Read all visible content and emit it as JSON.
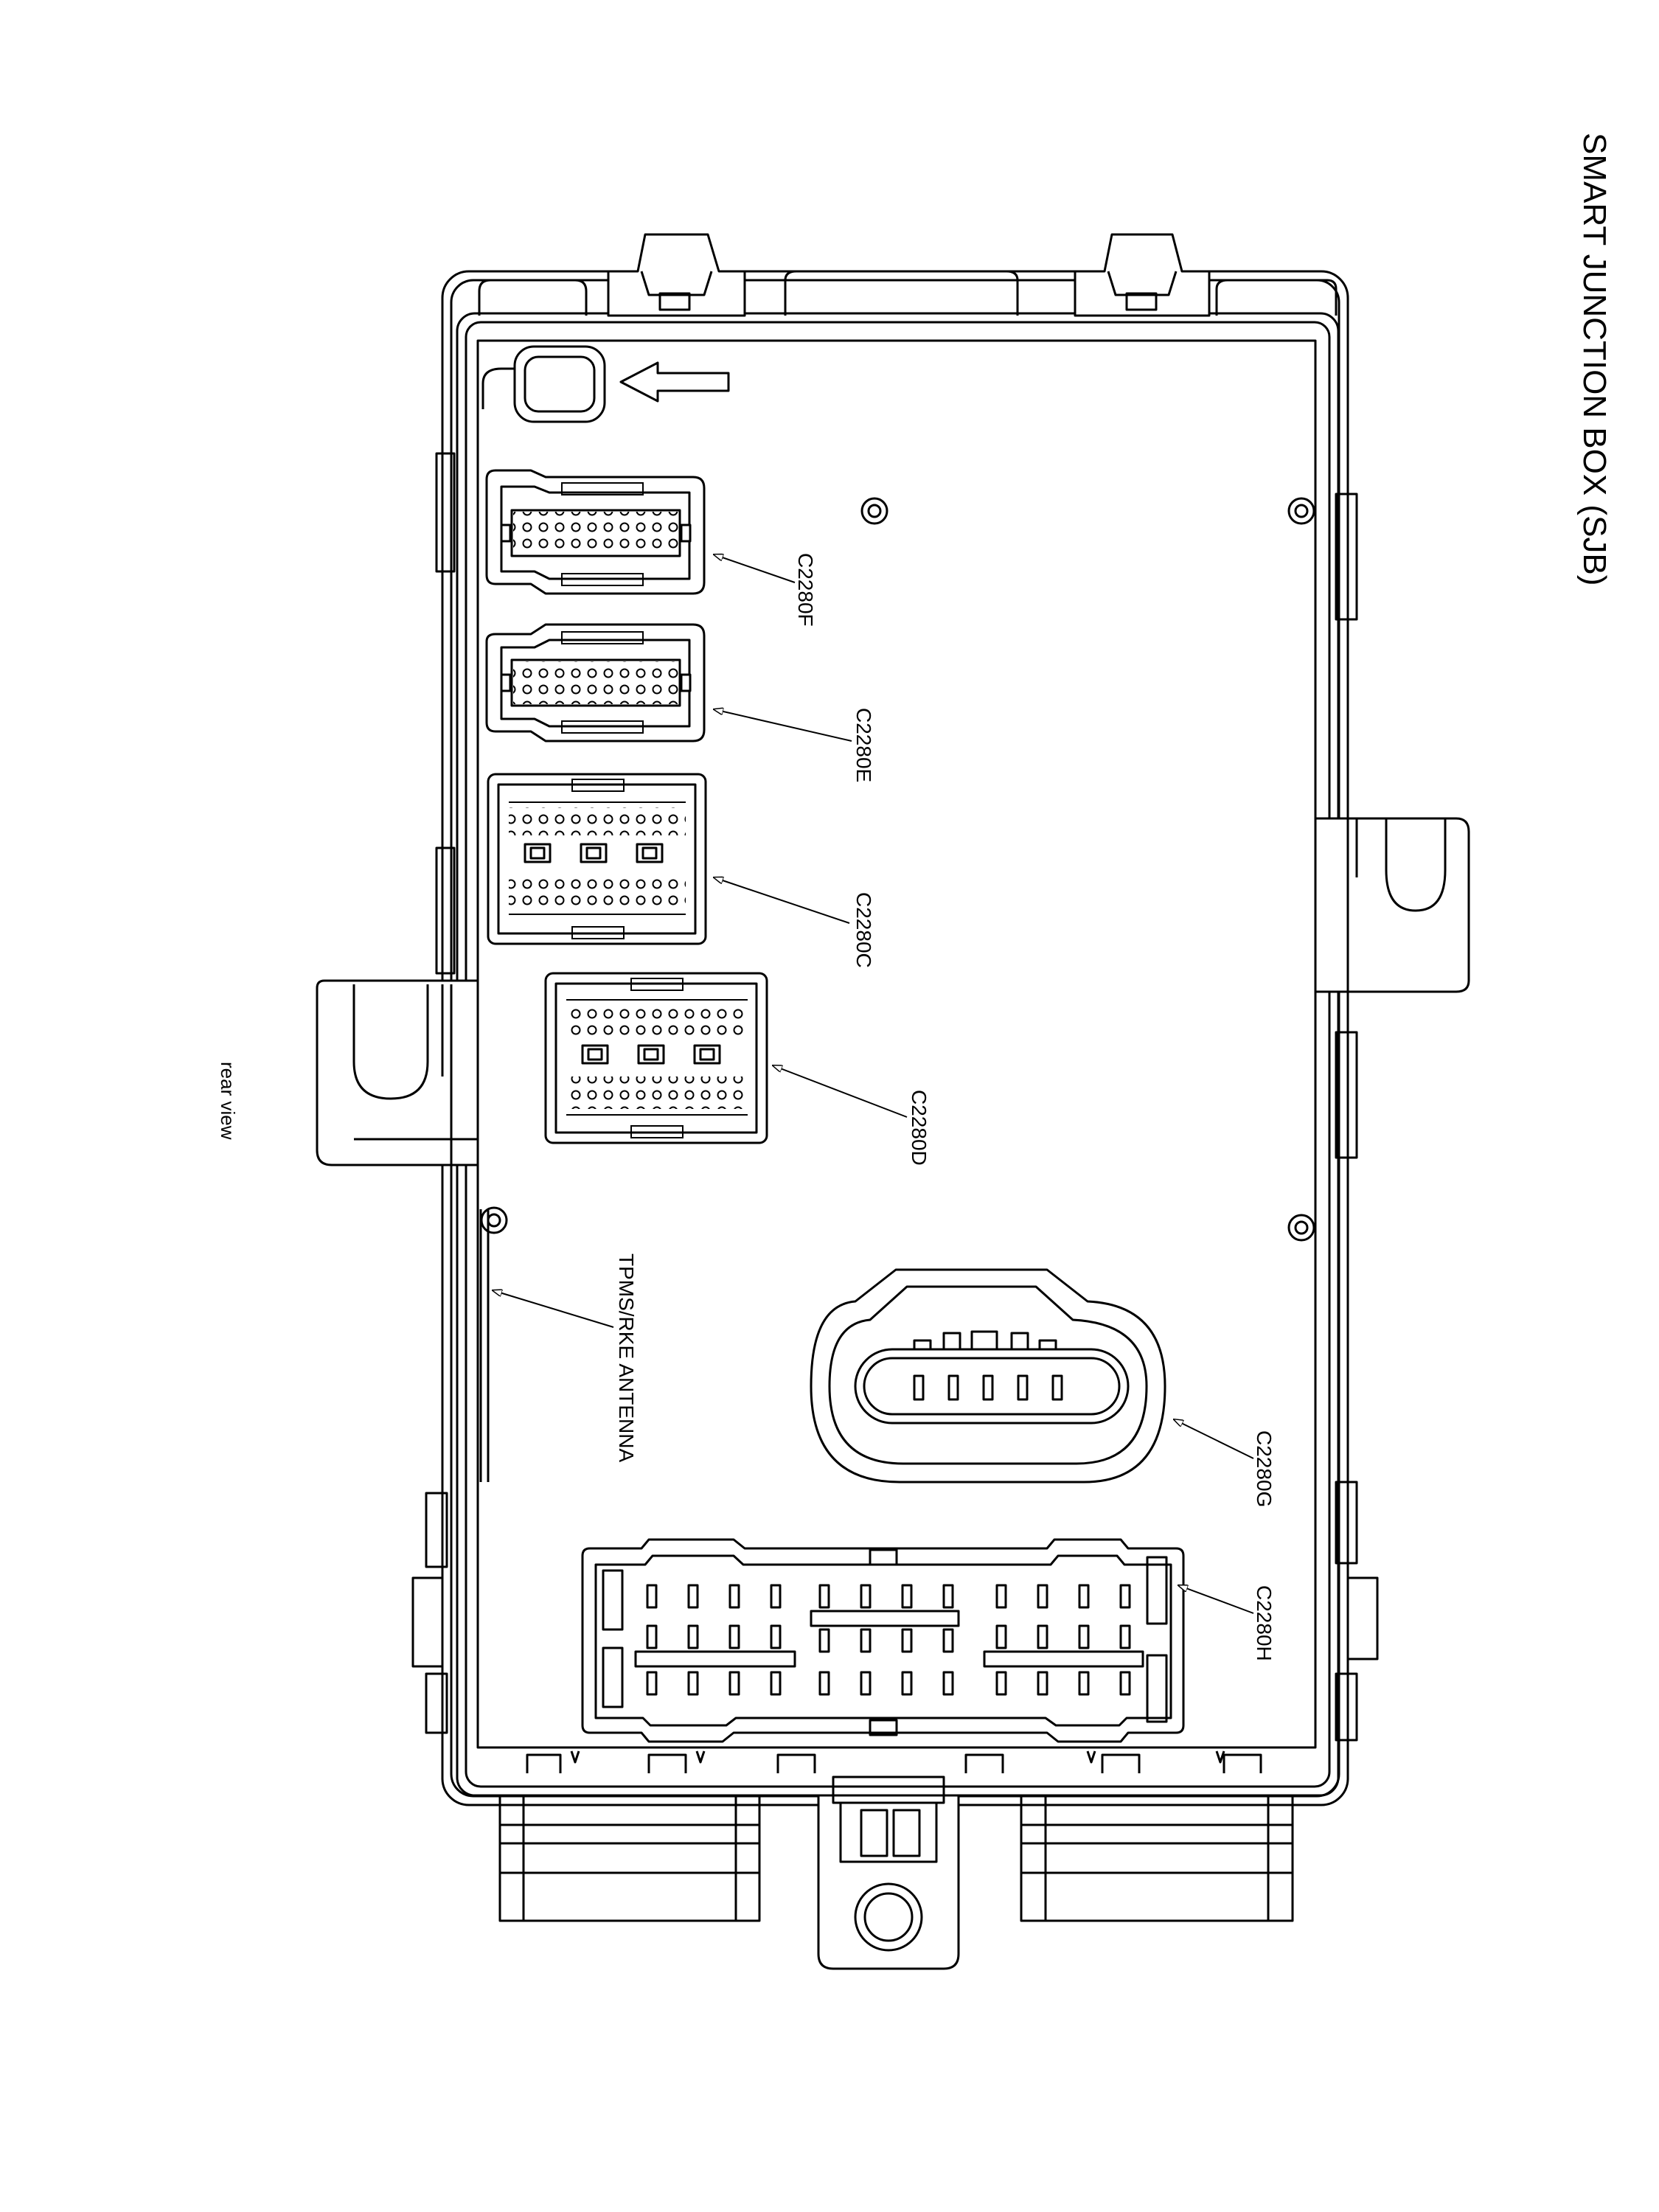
{
  "title": "SMART JUNCTION BOX (SJB)",
  "view_label": "rear view",
  "antenna_label": "TPMS/RKE ANTENNA",
  "connectors": [
    {
      "id": "C2280F"
    },
    {
      "id": "C2280E"
    },
    {
      "id": "C2280C"
    },
    {
      "id": "C2280D"
    },
    {
      "id": "C2280G"
    },
    {
      "id": "C2280H"
    }
  ]
}
